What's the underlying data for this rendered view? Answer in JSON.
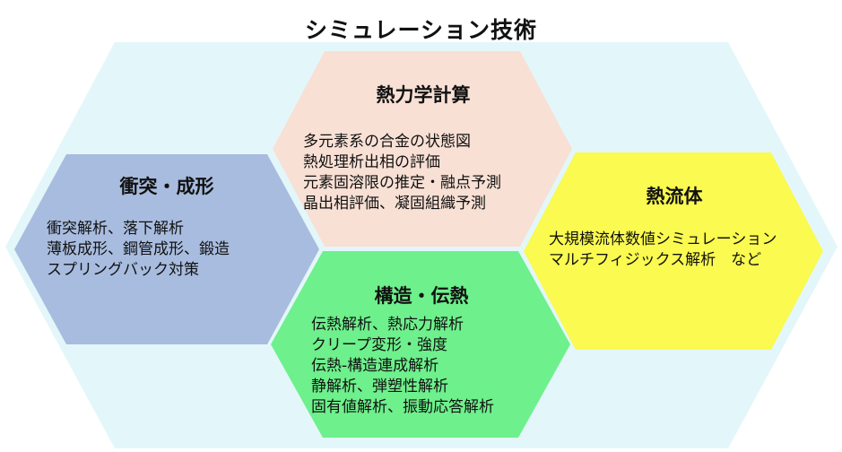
{
  "title": "シミュレーション技術",
  "colors": {
    "background_hex": "#e3f7fa",
    "thermo_hex": "#f8e0d5",
    "impact_hex": "#a8bcdf",
    "structure_hex": "#6ef08c",
    "fluid_hex": "#fafa50"
  },
  "thermo": {
    "heading": "熱力学計算",
    "items": [
      "多元素系の合金の状態図",
      "熱処理析出相の評価",
      "元素固溶限の推定・融点予測",
      "晶出相評価、凝固組織予測"
    ]
  },
  "impact": {
    "heading": "衝突・成形",
    "items": [
      "衝突解析、落下解析",
      "薄板成形、鋼管成形、鍛造",
      "スプリングバック対策"
    ]
  },
  "structure": {
    "heading": "構造・伝熱",
    "items": [
      "伝熱解析、熱応力解析",
      "クリープ変形・強度",
      "伝熱-構造連成解析",
      "静解析、弾塑性解析",
      "固有値解析、振動応答解析"
    ]
  },
  "fluid": {
    "heading": "熱流体",
    "items": [
      "大規模流体数値シミュレーション",
      "マルチフィジックス解析　など"
    ]
  }
}
